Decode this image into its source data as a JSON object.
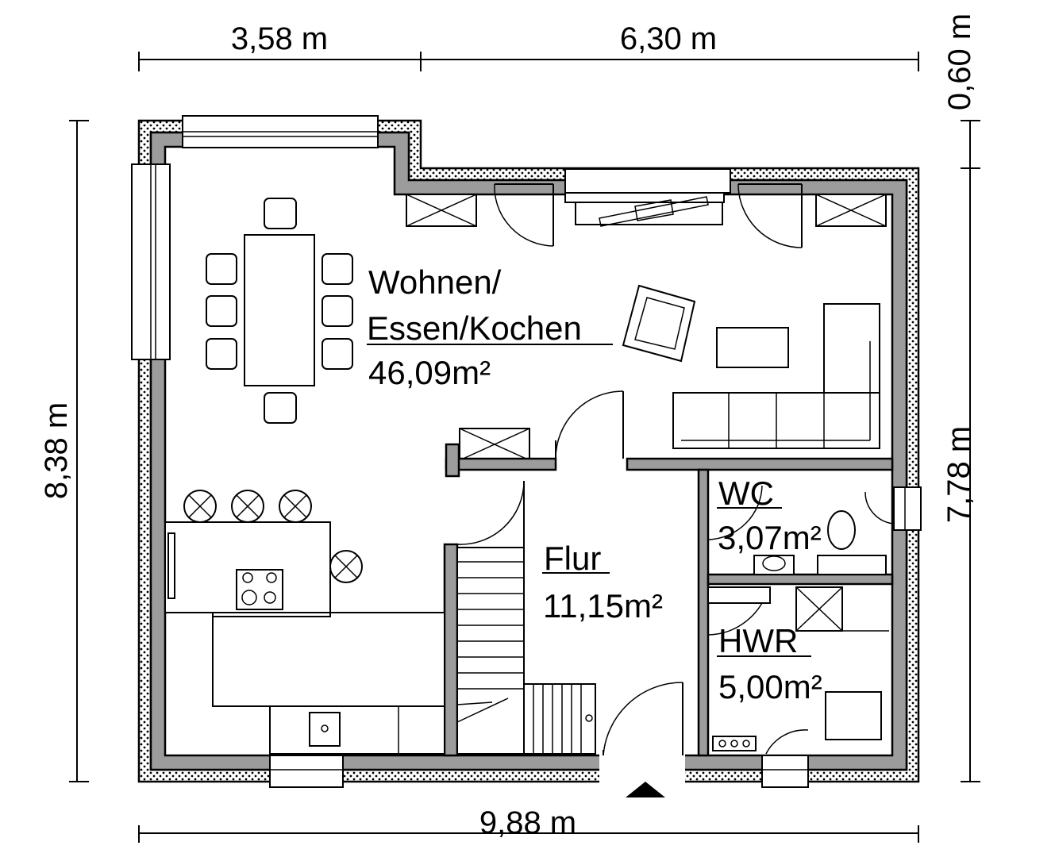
{
  "dimensions": {
    "top_left": "3,58 m",
    "top_right": "6,30 m",
    "top_far_right": "0,60 m",
    "left": "8,38 m",
    "right": "7,78 m",
    "bottom": "9,88 m"
  },
  "rooms": {
    "living": {
      "name_line1": "Wohnen/",
      "name_line2": "Essen/Kochen",
      "area": "46,09m²"
    },
    "hall": {
      "name": "Flur",
      "area": "11,15m²"
    },
    "wc": {
      "name": "WC",
      "area": "3,07m²"
    },
    "utility": {
      "name": "HWR",
      "area": "5,00m²"
    }
  },
  "colors": {
    "wall_fill": "#9c9c9c",
    "line": "#000000",
    "background": "#ffffff"
  }
}
